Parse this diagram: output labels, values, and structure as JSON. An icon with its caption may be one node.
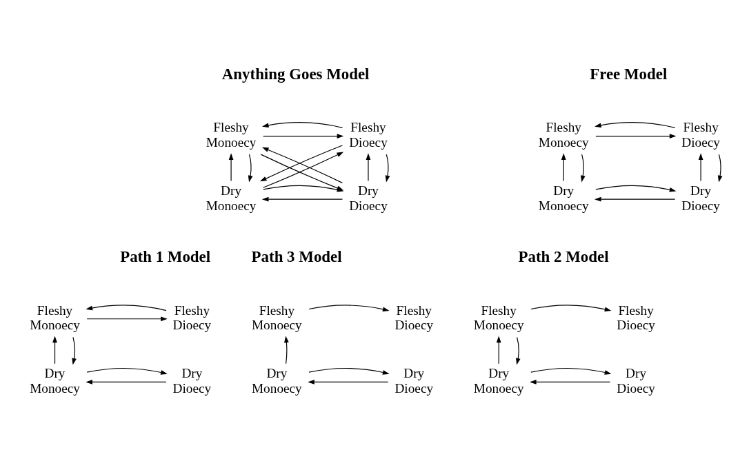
{
  "diagram": {
    "nodes": [
      {
        "text": [
          "Fleshy Monoecy"
        ]
      },
      {
        "text": [
          "Fleshy Dioecy"
        ]
      },
      {
        "text": [
          "Dry Monoecy"
        ]
      },
      {
        "text": [
          "Dry Dioecy"
        ]
      },
      {
        "text": [
          "Fleshy Monoecy"
        ]
      },
      {
        "text": [
          "Fleshy Dioecy"
        ]
      },
      {
        "text": [
          "Dry Monoecy"
        ]
      },
      {
        "text": [
          "Dry Dioecy"
        ]
      },
      {
        "text": [
          "Fleshy Monoecy"
        ]
      },
      {
        "text": [
          "Fleshy Dioecy"
        ]
      },
      {
        "text": [
          "Dry Monoecy"
        ]
      },
      {
        "text": [
          "Dry Dioecy"
        ]
      },
      {
        "text": [
          "Fleshy Monoecy"
        ]
      },
      {
        "text": [
          "Fleshy Dioecy"
        ]
      },
      {
        "text": [
          "Dry Monoecy"
        ]
      },
      {
        "text": [
          "Dry Dioecy"
        ]
      },
      {
        "text": [
          "Fleshy Monoecy"
        ]
      },
      {
        "text": [
          "Fleshy Dioecy"
        ]
      },
      {
        "text": [
          "Dry Monoecy"
        ]
      },
      {
        "text": [
          "Dry Dioecy"
        ]
      }
    ],
    "edges": [
      {
        "from": 0,
        "to": 1,
        "arrow": "to"
      },
      {
        "from": 1,
        "to": 0,
        "arrow": "to"
      },
      {
        "from": 2,
        "to": 0,
        "arrow": "to"
      },
      {
        "from": 0,
        "to": 2,
        "arrow": "to"
      },
      {
        "from": 0,
        "to": 3,
        "arrow": "to"
      },
      {
        "from": 3,
        "to": 0,
        "arrow": "to"
      },
      {
        "from": 1,
        "to": 2,
        "arrow": "to"
      },
      {
        "from": 2,
        "to": 1,
        "arrow": "to"
      },
      {
        "from": 3,
        "to": 1,
        "arrow": "to"
      },
      {
        "from": 1,
        "to": 3,
        "arrow": "to"
      },
      {
        "from": 3,
        "to": 2,
        "arrow": "to"
      },
      {
        "from": 2,
        "to": 3,
        "arrow": "to"
      },
      {
        "from": 4,
        "to": 5,
        "arrow": "to"
      },
      {
        "from": 5,
        "to": 4,
        "arrow": "to"
      },
      {
        "from": 6,
        "to": 4,
        "arrow": "to"
      },
      {
        "from": 4,
        "to": 6,
        "arrow": "to"
      },
      {
        "from": 7,
        "to": 5,
        "arrow": "to"
      },
      {
        "from": 5,
        "to": 7,
        "arrow": "to"
      },
      {
        "from": 7,
        "to": 6,
        "arrow": "to"
      },
      {
        "from": 6,
        "to": 7,
        "arrow": "to"
      },
      {
        "from": 8,
        "to": 9,
        "arrow": "to"
      },
      {
        "from": 9,
        "to": 8,
        "arrow": "to"
      },
      {
        "from": 10,
        "to": 8,
        "arrow": "to"
      },
      {
        "from": 8,
        "to": 10,
        "arrow": "to"
      },
      {
        "from": 11,
        "to": 10,
        "arrow": "to"
      },
      {
        "from": 10,
        "to": 11,
        "arrow": "to"
      },
      {
        "from": 12,
        "to": 13,
        "arrow": "to"
      },
      {
        "from": 14,
        "to": 12,
        "arrow": "to"
      },
      {
        "from": 12,
        "to": 14,
        "arrow": "to"
      },
      {
        "from": 15,
        "to": 14,
        "arrow": "to"
      },
      {
        "from": 14,
        "to": 15,
        "arrow": "to"
      },
      {
        "from": 16,
        "to": 17,
        "arrow": "to"
      },
      {
        "from": 18,
        "to": 16,
        "arrow": "to"
      },
      {
        "from": 19,
        "to": 18,
        "arrow": "to"
      },
      {
        "from": 18,
        "to": 19,
        "arrow": "to"
      }
    ],
    "labels": [
      "Anything Goes Model",
      "Free Model",
      "Path 1 Model",
      "Path 2 Model",
      "Path 3 Model"
    ]
  }
}
